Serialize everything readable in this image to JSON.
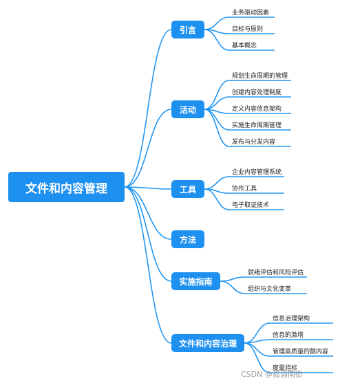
{
  "root": {
    "label": "文件和内容管理"
  },
  "branches": [
    {
      "label": "引言",
      "items": [
        "业务驱动因素",
        "目标与原则",
        "基本概念"
      ]
    },
    {
      "label": "活动",
      "items": [
        "规划生命周期的管理",
        "创建内容处理制度",
        "定义内容信息架构",
        "实施生命周期管理",
        "发布与分发内容"
      ]
    },
    {
      "label": "工具",
      "items": [
        "企业内容管理系统",
        "协作工具",
        "电子取证技术"
      ]
    },
    {
      "label": "方法",
      "items": []
    },
    {
      "label": "实施指南",
      "items": [
        "就绪评估和风险评估",
        "组织与文化变革"
      ]
    },
    {
      "label": "文件和内容治理",
      "items": [
        "信息治理架构",
        "信息的激增",
        "管理高质量的额内容",
        "度量指标"
      ]
    }
  ],
  "watermark": "CSDN @孤酒南街",
  "colors": {
    "node_fill": "#1e90f0",
    "connector": "#2196f3",
    "text": "#222222"
  }
}
